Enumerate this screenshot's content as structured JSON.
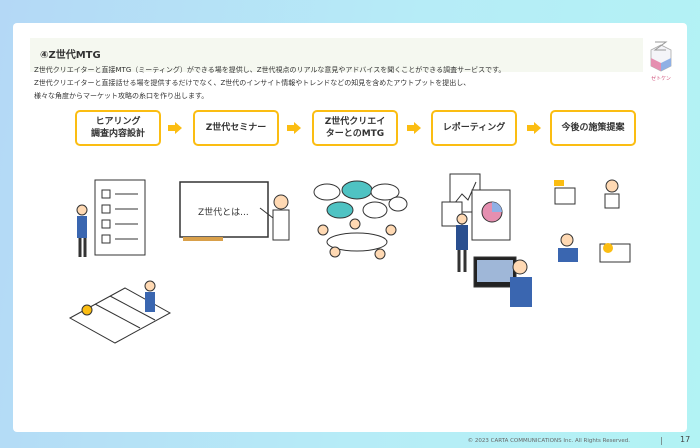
{
  "header": {
    "title": "④Z世代MTG",
    "logo_text": "ゼトケン"
  },
  "description": [
    "Z世代クリエイターと直接MTG（ミーティング）ができる場を提供し、Z世代視点のリアルな意見やアドバイスを聞くことができる調査サービスです。",
    "Z世代クリエイターと直接話せる場を提供するだけでなく、Z世代のインサイト情報やトレンドなどの知見を含めたアウトプットを提出し、",
    "様々な角度からマーケット攻略の糸口を作り出します。"
  ],
  "steps": [
    {
      "label": "ヒアリング\n調査内容設計"
    },
    {
      "label": "Z世代セミナー"
    },
    {
      "label": "Z世代クリエイ\nターとのMTG"
    },
    {
      "label": "レポーティング"
    },
    {
      "label": "今後の施策提案"
    }
  ],
  "whiteboard_text": "Z世代とは...",
  "footer": {
    "copyright": "© 2023 CARTA COMMUNICATIONS Inc.  All Rights Reserved.",
    "separator": "|",
    "page": "17"
  },
  "colors": {
    "accent": "#fbbd12",
    "band": "#f5f8f0"
  }
}
